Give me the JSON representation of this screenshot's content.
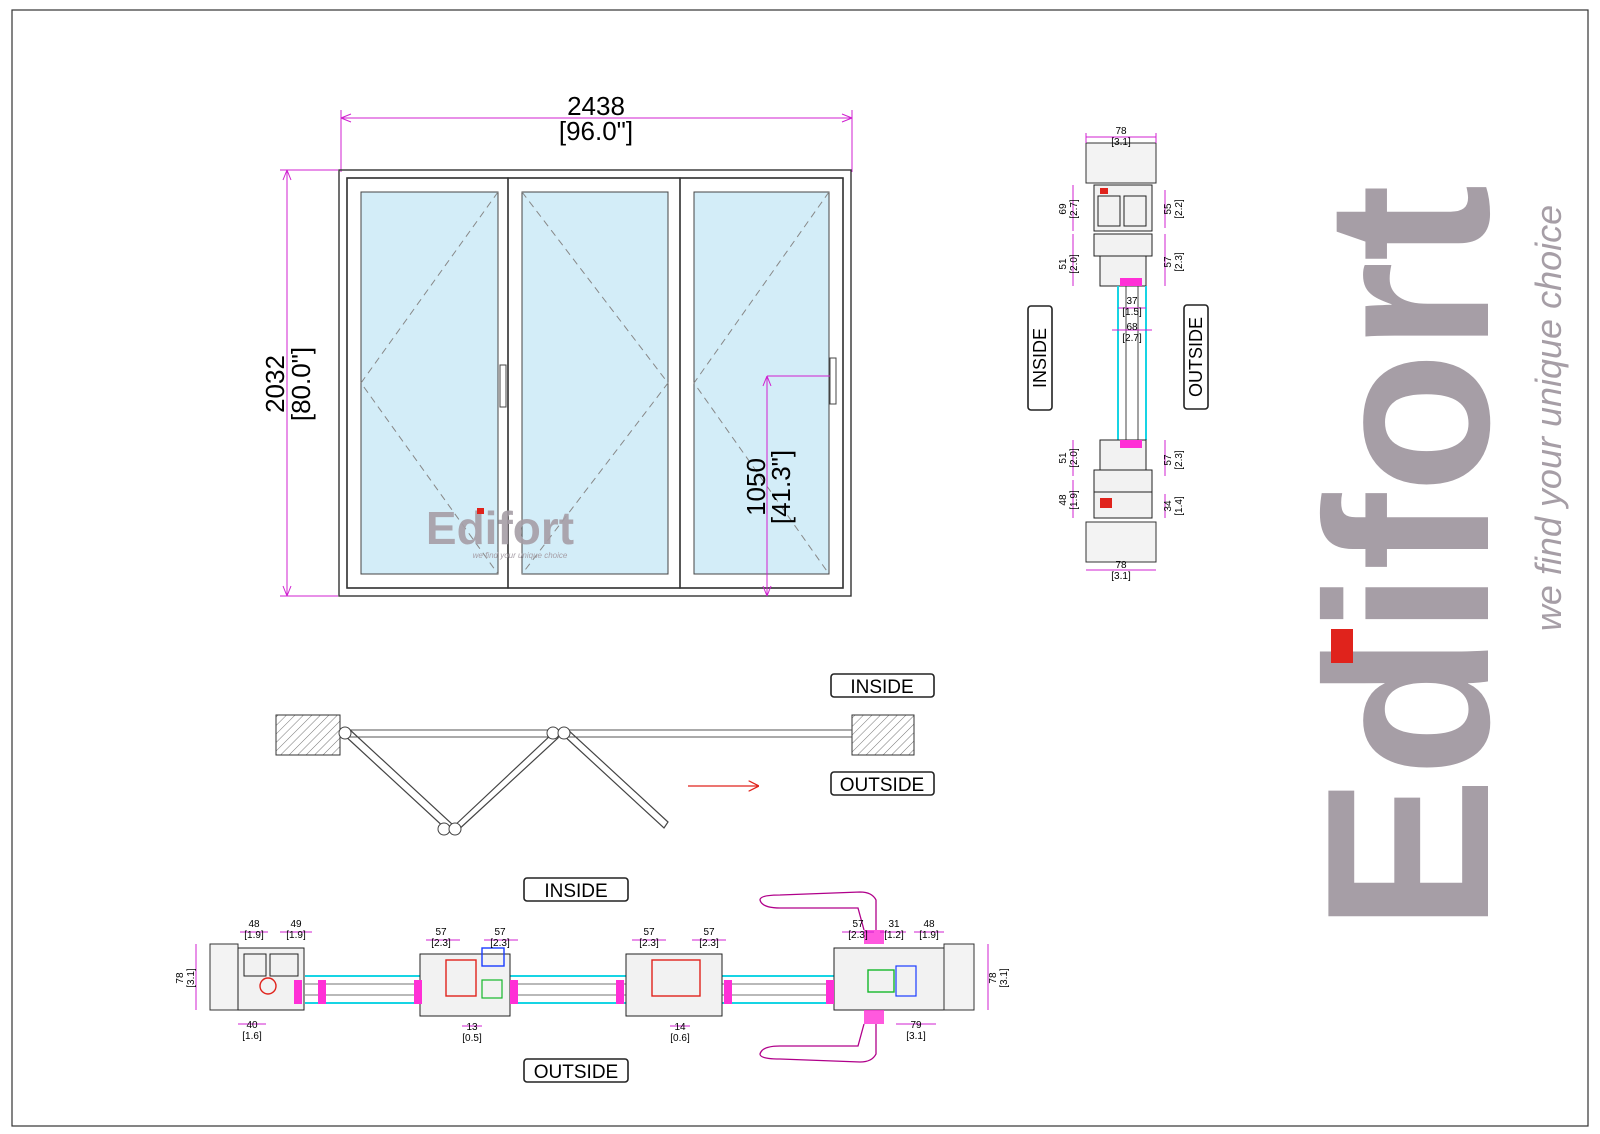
{
  "main_elevation": {
    "width_mm": "2438",
    "width_in": "[96.0\"]",
    "height_mm": "2032",
    "height_in": "[80.0\"]",
    "handle_height_mm": "1050",
    "handle_height_in": "[41.3\"]",
    "watermark_brand": "Edifort",
    "watermark_slogan": "we find your unique choice"
  },
  "vertical_section": {
    "inside_label": "INSIDE",
    "outside_label": "OUTSIDE",
    "dims": {
      "top_78": "78",
      "top_78_in": "[3.1]",
      "d69": "69",
      "d69_in": "[2.7]",
      "d55": "55",
      "d55_in": "[2.2]",
      "d51a": "51",
      "d51a_in": "[2.0]",
      "d57a": "57",
      "d57a_in": "[2.3]",
      "d37": "37",
      "d37_in": "[1.5]",
      "d68": "68",
      "d68_in": "[2.7]",
      "d51b": "51",
      "d51b_in": "[2.0]",
      "d57b": "57",
      "d57b_in": "[2.3]",
      "d48": "48",
      "d48_in": "[1.9]",
      "d34": "34",
      "d34_in": "[1.4]",
      "bot_78": "78",
      "bot_78_in": "[3.1]"
    }
  },
  "fold_plan": {
    "inside_label": "INSIDE",
    "outside_label": "OUTSIDE"
  },
  "horizontal_section": {
    "inside_label": "INSIDE",
    "outside_label": "OUTSIDE",
    "dims": {
      "d48a": "48",
      "d48a_in": "[1.9]",
      "d49": "49",
      "d49_in": "[1.9]",
      "d78l": "78",
      "d78l_in": "[3.1]",
      "d40": "40",
      "d40_in": "[1.6]",
      "d57a": "57",
      "d57a_in": "[2.3]",
      "d57b": "57",
      "d57b_in": "[2.3]",
      "d13": "13",
      "d13_in": "[0.5]",
      "d57c": "57",
      "d57c_in": "[2.3]",
      "d57d": "57",
      "d57d_in": "[2.3]",
      "d14": "14",
      "d14_in": "[0.6]",
      "d57e": "57",
      "d57e_in": "[2.3]",
      "d31": "31",
      "d31_in": "[1.2]",
      "d48b": "48",
      "d48b_in": "[1.9]",
      "d79": "79",
      "d79_in": "[3.1]",
      "d78r": "78",
      "d78r_in": "[3.1]"
    }
  },
  "brand": {
    "logo_text": "Edifort",
    "slogan": "we find your unique choice",
    "logo_color": "#a69ea6",
    "accent_red": "#e0231c"
  }
}
